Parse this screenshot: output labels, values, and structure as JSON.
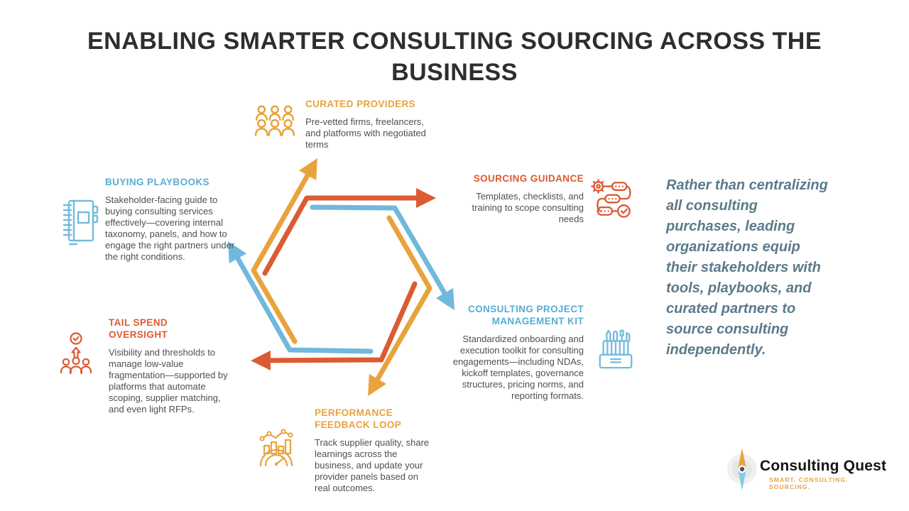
{
  "title": "ENABLING SMARTER CONSULTING SOURCING ACROSS THE BUSINESS",
  "nodes": [
    {
      "id": "curated-providers",
      "label": "CURATED PROVIDERS",
      "description": "Pre-vetted firms, freelancers, and platforms with negotiated terms",
      "color": "#E8A33C",
      "icon": "people-group-icon"
    },
    {
      "id": "sourcing-guidance",
      "label": "SOURCING GUIDANCE",
      "description": "Templates, checklists, and training to scope consulting needs",
      "color": "#DC5B32",
      "icon": "workflow-checklist-icon"
    },
    {
      "id": "buying-playbooks",
      "label": "BUYING PLAYBOOKS",
      "description": "Stakeholder-facing guide to buying consulting services effectively—covering internal taxonomy, panels, and how to engage the right partners under the right conditions.",
      "color": "#56ADD4",
      "icon": "playbook-notebook-icon"
    },
    {
      "id": "tail-spend-oversight",
      "label": "TAIL SPEND OVERSIGHT",
      "description": "Visibility and thresholds to manage low-value fragmentation—supported by platforms that automate scoping, supplier matching, and even light RFPs.",
      "color": "#DC5B32",
      "icon": "people-escalation-icon"
    },
    {
      "id": "consulting-project-management-kit",
      "label": "CONSULTING PROJECT MANAGEMENT KIT",
      "description": "Standardized onboarding and execution toolkit for consulting engagements—including NDAs, kickoff templates, governance structures, pricing norms, and reporting formats.",
      "color": "#56ADD4",
      "icon": "toolbox-icon"
    },
    {
      "id": "performance-feedback-loop",
      "label": "PERFORMANCE FEEDBACK LOOP",
      "description": "Track supplier quality, share learnings across the business, and update your provider panels based on real outcomes.",
      "color": "#E8A33C",
      "icon": "performance-dashboard-icon"
    }
  ],
  "quote": "Rather than centralizing all consulting purchases, leading organizations equip their stakeholders with tools, playbooks, and curated partners to source consulting independently.",
  "diagram": {
    "type": "hexagon-cycle",
    "arrow_colors": [
      "#E8A33C",
      "#DC5B32",
      "#6FB9DC"
    ]
  },
  "logo": {
    "name": "Consulting Quest",
    "tagline": "SMART. CONSULTING. SOURCING."
  },
  "colors": {
    "amber": "#E8A33C",
    "red": "#DC5B32",
    "blue": "#6FB9DC",
    "heading_blue": "#56ADD4",
    "title_text": "#2E2E2E",
    "body_text": "#4F4F4F",
    "quote_text": "#5B7A8A"
  }
}
